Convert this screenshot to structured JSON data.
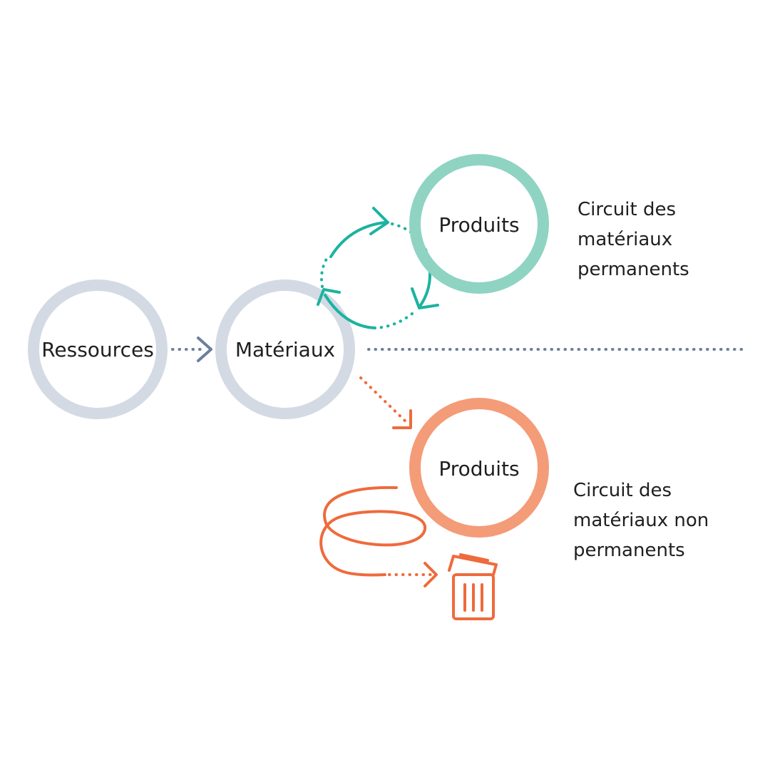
{
  "colors": {
    "neutral_ring": "#d3dae4",
    "neutral_arrow": "#6c7f9b",
    "teal_ring": "#8fd3c3",
    "teal_arrow": "#1bb3a0",
    "orange_ring": "#f49b78",
    "orange_arrow": "#ef6a3c",
    "text": "#1f1f1f"
  },
  "nodes": {
    "ressources": "Ressources",
    "materiaux": "Matériaux",
    "produits_permanent": "Produits",
    "produits_non_permanent": "Produits"
  },
  "labels": {
    "permanent": [
      "Circuit des",
      "matériaux",
      "permanents"
    ],
    "non_permanent": [
      "Circuit des",
      "matériaux non",
      "permanents"
    ]
  },
  "icons": {
    "trash": "trash-icon"
  }
}
